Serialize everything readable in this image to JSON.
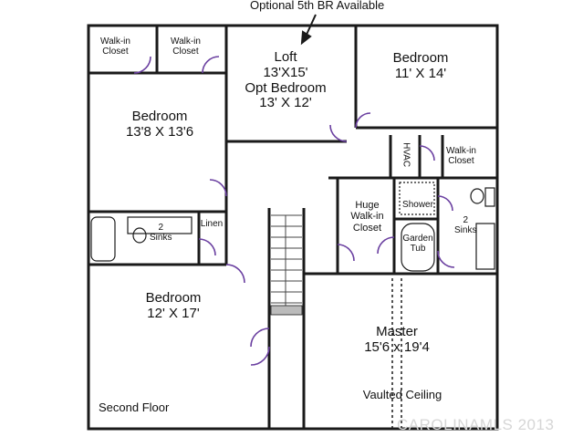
{
  "header_note": "Optional 5th BR Available",
  "footer_label": "Second Floor",
  "watermark": "CAROLINAMLS 2013",
  "rooms": {
    "walkin_closet_1": [
      "Walk-in",
      "Closet"
    ],
    "walkin_closet_2": [
      "Walk-in",
      "Closet"
    ],
    "loft": [
      "Loft",
      "13'X15'",
      "Opt Bedroom",
      "13' X 12'"
    ],
    "bedroom_ne": [
      "Bedroom",
      "11' X 14'"
    ],
    "bedroom_w": [
      "Bedroom",
      "13'8 X 13'6"
    ],
    "hvac": "HVAC",
    "walkin_closet_3": [
      "Walk-in",
      "Closet"
    ],
    "huge_walkin": [
      "Huge",
      "Walk-in",
      "Closet"
    ],
    "shower": "Shower",
    "garden_tub": [
      "Garden",
      "Tub"
    ],
    "sinks_left": [
      "2",
      "Sinks"
    ],
    "sinks_right": [
      "2",
      "Sinks"
    ],
    "linen": "Linen",
    "bedroom_sw": [
      "Bedroom",
      "12' X 17'"
    ],
    "master": [
      "Master",
      "15'6  x 19'4"
    ],
    "vaulted": "Vaulted Ceiling"
  },
  "colors": {
    "wall": "#1a1a1a",
    "door": "#6a3fa0",
    "watermark": "#d6d6d6"
  }
}
